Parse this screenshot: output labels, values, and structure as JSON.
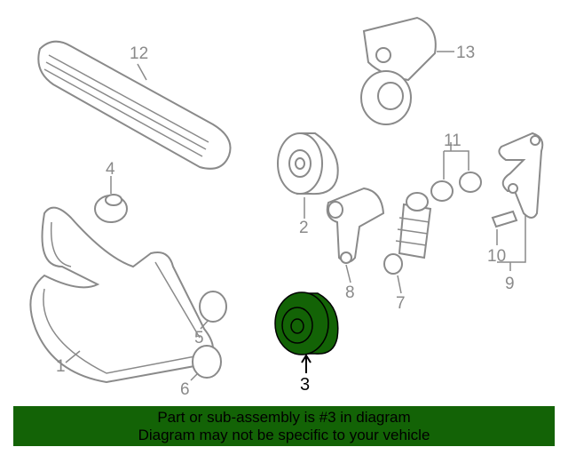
{
  "diagram": {
    "callouts": {
      "p1": "1",
      "p2": "2",
      "p3": "3",
      "p4": "4",
      "p5": "5",
      "p6": "6",
      "p7": "7",
      "p8": "8",
      "p9": "9",
      "p10": "10",
      "p11": "11",
      "p12": "12",
      "p13": "13"
    },
    "highlight_color": "#136306"
  },
  "banner": {
    "line1": "Part or sub-assembly is #3 in diagram",
    "line2": "Diagram may not be specific to your vehicle"
  }
}
